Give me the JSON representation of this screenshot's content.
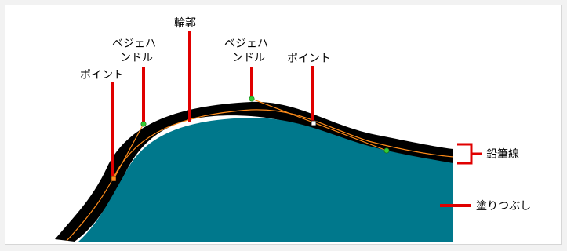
{
  "labels": {
    "point_left": "ポイント",
    "bezier_left_line1": "ベジェハ",
    "bezier_left_line2": "ンドル",
    "outline": "輪郭",
    "bezier_right_line1": "ベジェハ",
    "bezier_right_line2": "ンドル",
    "point_right": "ポイント",
    "pencil_line": "鉛筆線",
    "fill": "塗りつぶし"
  },
  "colors": {
    "fill": "#00788c",
    "pencil_line": "#000000",
    "outline_curve": "#ff8c1a",
    "leader": "#e00000",
    "handle_node": "#33cc33",
    "point_node_left": "#ff8c1a",
    "point_node_right": "#ffffff"
  }
}
